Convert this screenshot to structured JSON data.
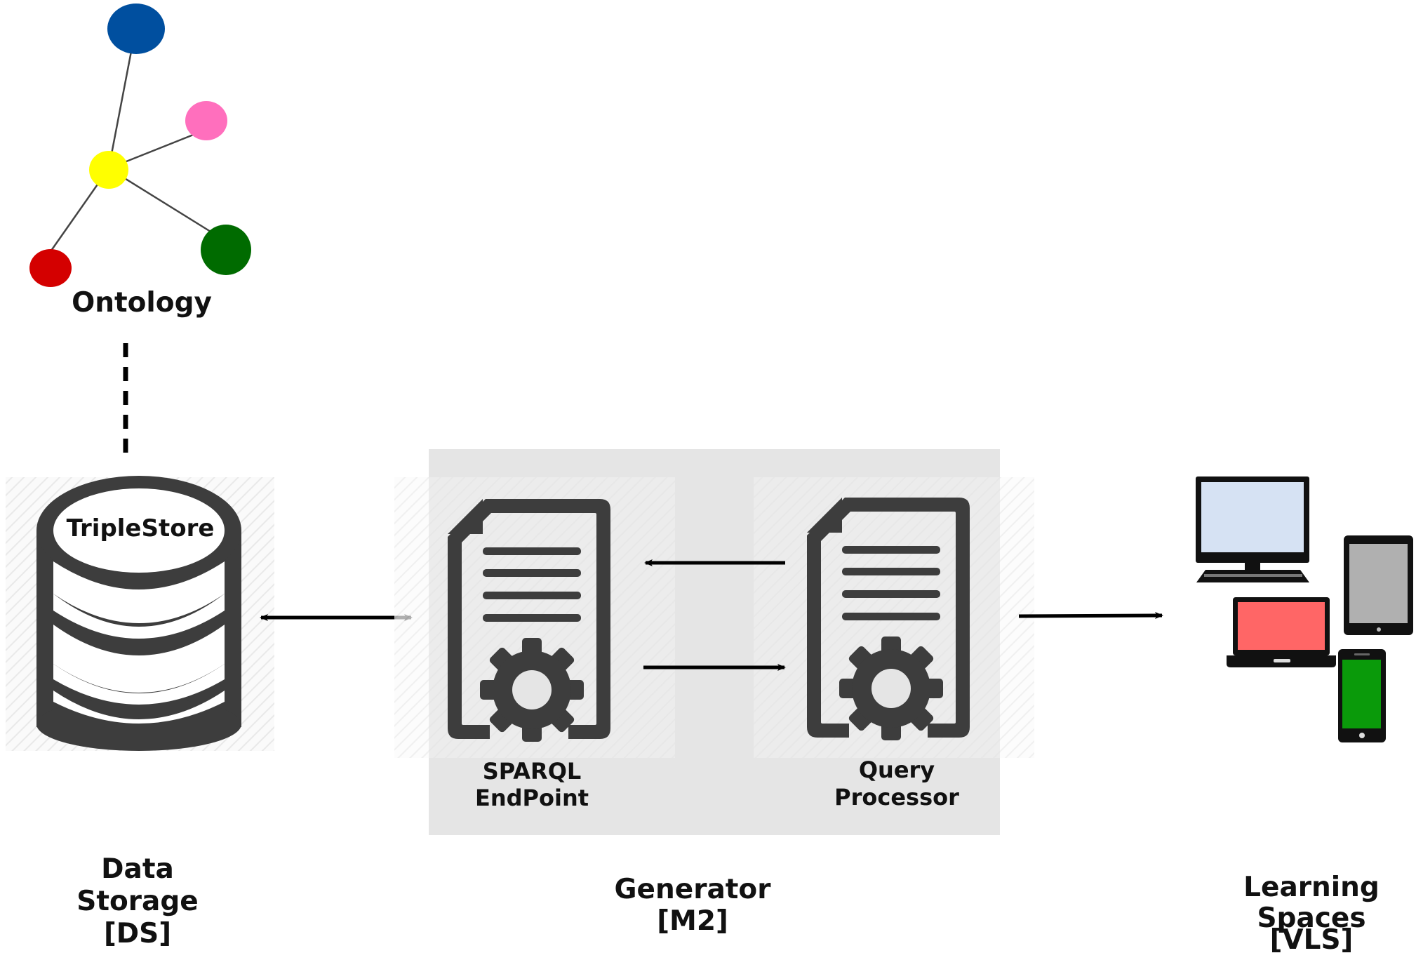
{
  "ontology": {
    "label": "Ontology"
  },
  "triplestore": {
    "label": "TripleStore"
  },
  "sparql": {
    "line1": "SPARQL",
    "line2": "EndPoint"
  },
  "query": {
    "line1": "Query",
    "line2": "Processor"
  },
  "sections": {
    "data_storage": [
      "Data",
      "Storage",
      "[DS]"
    ],
    "generator": [
      "Generator",
      "[M2]"
    ],
    "learning_spaces": [
      "Learning",
      "Spaces",
      "[VLS]"
    ]
  },
  "colors": {
    "node_blue": "#004f9f",
    "node_pink": "#ff6fbd",
    "node_yellow": "#ffff00",
    "node_red": "#d40000",
    "node_green": "#006b00",
    "icon_dark": "#3d3d3d",
    "generator_bg": "#e5e5e5",
    "monitor_screen": "#d6e2f3",
    "tablet_screen": "#b0b0b0",
    "laptop_screen": "#ff6666",
    "phone_screen": "#0a9a0a"
  }
}
